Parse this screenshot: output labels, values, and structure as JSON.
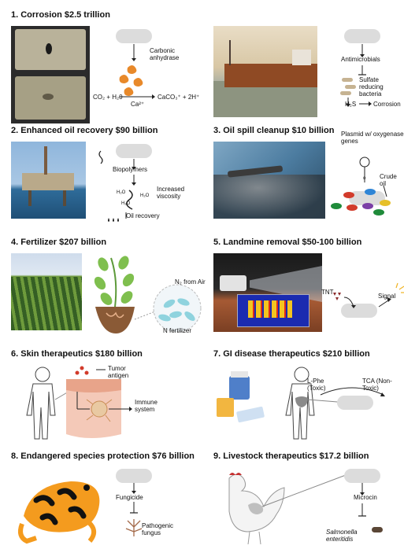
{
  "panels": [
    {
      "title": "1. Corrosion $2.5 trillion"
    },
    {
      "title": "2. Enhanced oil recovery $90 billion"
    },
    {
      "title": "3. Oil spill cleanup $10 billion"
    },
    {
      "title": "4. Fertilizer $207 billion"
    },
    {
      "title": "5. Landmine removal $50-100 billion"
    },
    {
      "title": "6. Skin therapeutics $180 billion"
    },
    {
      "title": "7. GI disease therapeutics $210 billion"
    },
    {
      "title": "8. Endangered species protection $76 billion"
    },
    {
      "title": "9. Livestock therapeutics $17.2 billion"
    }
  ],
  "corrosion": {
    "enzyme": "Carbonic anhydrase",
    "equation_left": "CO₂ + H₂0",
    "equation_right": "CaCO₃⁺ + 2H⁺",
    "ca": "Ca²⁺",
    "antimicrobials": "Antimicrobials",
    "bacteria": "Sulfate reducing bacteria",
    "h2s": "H₂S",
    "corrosion_word": "Corrosion"
  },
  "eor": {
    "biopolymers": "Biopolymers",
    "viscosity": "Increased viscosity",
    "oil_recovery": "Oil recovery",
    "h2o": "H₂O"
  },
  "spill": {
    "plasmid": "Plasmid w/ oxygenase genes",
    "crude": "Crude oil"
  },
  "fert": {
    "n2": "N₂ from Air",
    "nfert": "N fertilizer"
  },
  "mine": {
    "tnt": "TNT",
    "signal": "Signal"
  },
  "skin": {
    "tumor": "Tumor antigen",
    "immune": "Immune system"
  },
  "gi": {
    "lphe": "L-Phe (Toxic)",
    "tca": "TCA (Non-Toxic)"
  },
  "species": {
    "fungicide": "Fungicide",
    "fungus": "Pathogenic fungus"
  },
  "livestock": {
    "microcin": "Microcin",
    "salmonella_1": "Salmonella",
    "salmonella_2": "enteritidis"
  },
  "colors": {
    "pill": "#dcdcdc",
    "orange": "#e8892a",
    "oil_dark": "#4a3b34",
    "green_field": "#4f7a32",
    "red_pulse": "#d23b2b"
  }
}
